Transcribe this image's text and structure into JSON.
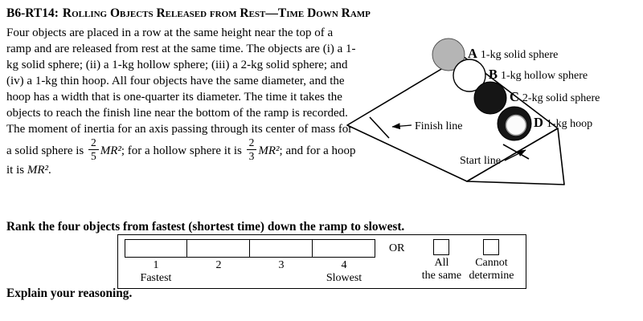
{
  "title": {
    "prefix": "B6-RT14:",
    "rest": "Rolling Objects Released from Rest—Time Down Ramp"
  },
  "body": {
    "part1": "Four objects are placed in a row at the same height near the top of a ramp and are released from rest at the same time. The objects are (i) a 1-kg solid sphere; (ii) a 1-kg hollow sphere; (iii) a 2-kg solid sphere; and (iv) a 1-kg thin hoop. All four objects have the same diameter, and the hoop has a width that is one-quarter its diameter. The time it takes the objects to reach the finish line near the bottom of the ramp is recorded. The moment of inertia for an axis passing through its center of mass for a solid sphere is ",
    "frac1_num": "2",
    "frac1_den": "5",
    "math1": "MR²",
    "part2": "; for a hollow sphere it is ",
    "frac2_num": "2",
    "frac2_den": "3",
    "math2": "MR²",
    "part3": "; and for a hoop it is ",
    "math3": "MR²",
    "part4": "."
  },
  "diagram": {
    "objects": [
      {
        "letter": "A",
        "desc": "1-kg solid sphere",
        "color": "#b5b5b5"
      },
      {
        "letter": "B",
        "desc": "1-kg hollow sphere",
        "color": "#ffffff"
      },
      {
        "letter": "C",
        "desc": "2-kg solid sphere",
        "color": "#151515"
      },
      {
        "letter": "D",
        "desc": "1-kg hoop",
        "color": "#151515"
      }
    ],
    "finish_line_label": "Finish line",
    "start_line_label": "Start line"
  },
  "ranking": {
    "prompt": "Rank the four objects from fastest (shortest time) down the ramp to slowest.",
    "or_label": "OR",
    "slots": [
      {
        "number": "1",
        "caption": "Fastest"
      },
      {
        "number": "2",
        "caption": ""
      },
      {
        "number": "3",
        "caption": ""
      },
      {
        "number": "4",
        "caption": "Slowest"
      }
    ],
    "alternatives": [
      {
        "line1": "All",
        "line2": "the same"
      },
      {
        "line1": "Cannot",
        "line2": "determine"
      }
    ]
  },
  "explain_prompt": "Explain your reasoning."
}
